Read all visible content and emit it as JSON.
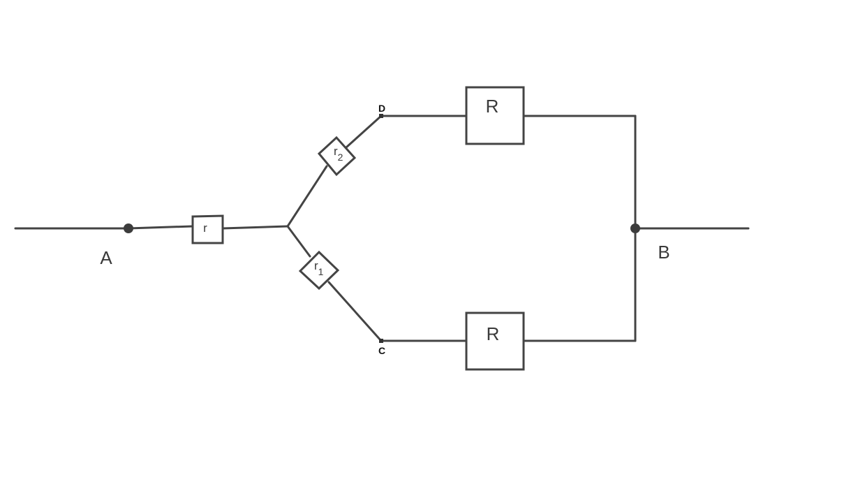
{
  "diagram": {
    "type": "circuit",
    "labels": {
      "A": "A",
      "B": "B",
      "C": "C",
      "D": "D"
    },
    "resistors": {
      "r": {
        "base": "r",
        "sub": ""
      },
      "r1": {
        "base": "r",
        "sub": "1"
      },
      "r2": {
        "base": "r",
        "sub": "2"
      },
      "R_top": {
        "base": "R"
      },
      "R_bottom": {
        "base": "R"
      }
    },
    "colors": {
      "wire": "#444444",
      "node": "#3c3c3c"
    }
  }
}
